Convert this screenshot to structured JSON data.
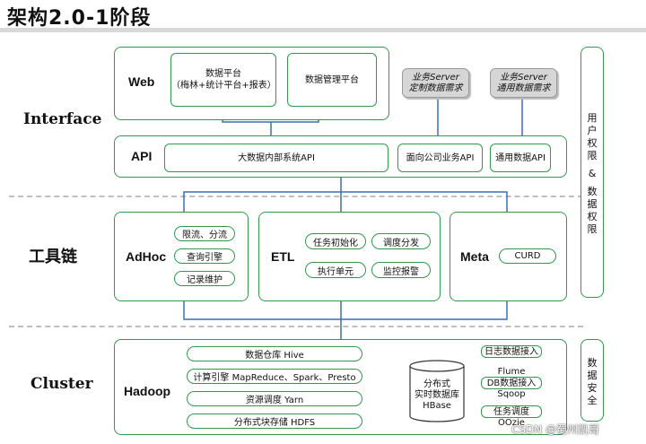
{
  "title": "架构2.0-1阶段",
  "layers": {
    "interface": "Interface",
    "toolchain": "工具链",
    "cluster": "Cluster"
  },
  "web": {
    "label": "Web",
    "data_platform": [
      "数据平台",
      "（梅林+统计平台+报表）"
    ],
    "data_mgmt": "数据管理平台",
    "server_custom": [
      "业务Server",
      "定制数据需求"
    ],
    "server_general": [
      "业务Server",
      "通用数据需求"
    ]
  },
  "api": {
    "label": "API",
    "internal": "大数据内部系统API",
    "company": "面向公司业务API",
    "general": "通用数据API"
  },
  "adhoc": {
    "label": "AdHoc",
    "items": [
      "限流、分流",
      "查询引擎",
      "记录维护"
    ]
  },
  "etl": {
    "label": "ETL",
    "items": [
      "任务初始化",
      "调度分发",
      "执行单元",
      "监控报警"
    ]
  },
  "meta": {
    "label": "Meta",
    "items": [
      "CURD"
    ]
  },
  "hadoop": {
    "label": "Hadoop",
    "items": [
      "数据仓库 Hive",
      "计算引擎 MapReduce、Spark、Presto",
      "资源调度 Yarn",
      "分布式块存储 HDFS"
    ],
    "hbase": [
      "分布式",
      "实时数据库",
      "HBase"
    ],
    "log_access": "日志数据接入",
    "flume": "Flume",
    "db_access": "DB数据接入",
    "sqoop": "Sqoop",
    "scheduler": "任务调度",
    "oozie": "OOzie"
  },
  "side": {
    "user_perm": [
      "用",
      "户",
      "权",
      "限",
      "&",
      "数",
      "据",
      "权",
      "限"
    ],
    "data_security": [
      "数",
      "据",
      "安",
      "全"
    ]
  },
  "watermark": "CSDN @蜀州凯哥"
}
